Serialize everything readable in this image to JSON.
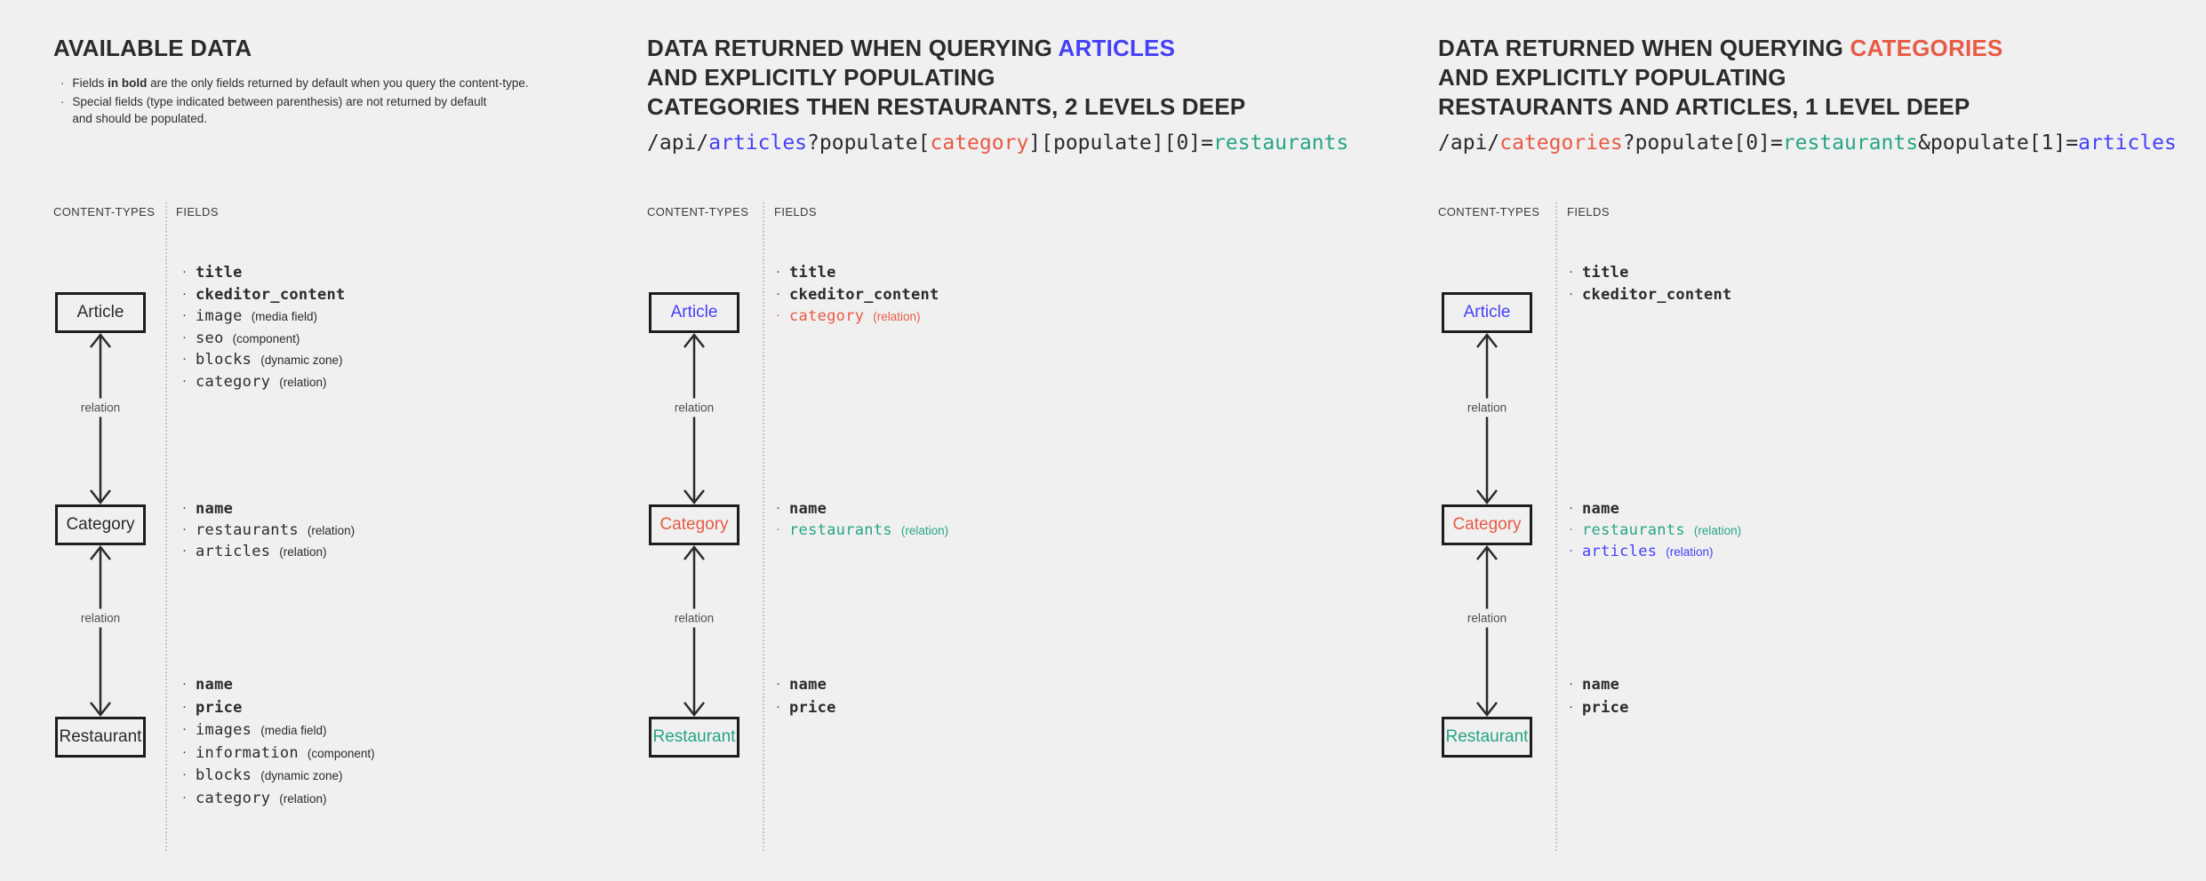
{
  "colors": {
    "bg": "#f0f0f1",
    "dark": "#2b2b2b",
    "gray": "#4f4f4f",
    "blue": "#4540f7",
    "red": "#e85a44",
    "teal": "#27a583",
    "box_border": "#1d1d1d",
    "divider": "#c6c6c6"
  },
  "panels": [
    {
      "id": "available-data",
      "title_lines": [
        [
          {
            "text": "AVAILABLE DATA",
            "color": "dark"
          }
        ]
      ],
      "notes": [
        {
          "parts": [
            {
              "text": "Fields ",
              "bold": false
            },
            {
              "text": "in bold",
              "bold": true
            },
            {
              "text": " are the only fields returned by default when you query the content-type.",
              "bold": false
            }
          ]
        },
        {
          "parts": [
            {
              "text": "Special fields (type indicated between parenthesis) are not returned by default\nand should be populated.",
              "bold": false
            }
          ]
        }
      ],
      "url_parts": [],
      "content_types_label": "CONTENT-TYPES",
      "fields_label": "FIELDS",
      "relation_label": "relation",
      "nodes": [
        {
          "label": "Article",
          "color": "dark",
          "fields": [
            {
              "name": "title",
              "bold": true,
              "color": "dark",
              "type": ""
            },
            {
              "name": "ckeditor_content",
              "bold": true,
              "color": "dark",
              "type": ""
            },
            {
              "name": "image",
              "bold": false,
              "color": "dark",
              "type": "(media field)"
            },
            {
              "name": "seo",
              "bold": false,
              "color": "dark",
              "type": "(component)"
            },
            {
              "name": "blocks",
              "bold": false,
              "color": "dark",
              "type": "(dynamic zone)"
            },
            {
              "name": "category",
              "bold": false,
              "color": "dark",
              "type": "(relation)"
            }
          ]
        },
        {
          "label": "Category",
          "color": "dark",
          "fields": [
            {
              "name": "name",
              "bold": true,
              "color": "dark",
              "type": ""
            },
            {
              "name": "restaurants",
              "bold": false,
              "color": "dark",
              "type": "(relation)"
            },
            {
              "name": "articles",
              "bold": false,
              "color": "dark",
              "type": "(relation)"
            }
          ]
        },
        {
          "label": "Restaurant",
          "color": "dark",
          "fields": [
            {
              "name": "name",
              "bold": true,
              "color": "dark",
              "type": ""
            },
            {
              "name": "price",
              "bold": true,
              "color": "dark",
              "type": ""
            },
            {
              "name": "images",
              "bold": false,
              "color": "dark",
              "type": "(media field)"
            },
            {
              "name": "information",
              "bold": false,
              "color": "dark",
              "type": "(component)"
            },
            {
              "name": "blocks",
              "bold": false,
              "color": "dark",
              "type": "(dynamic zone)"
            },
            {
              "name": "category",
              "bold": false,
              "color": "dark",
              "type": "(relation)"
            }
          ]
        }
      ]
    },
    {
      "id": "querying-articles",
      "title_lines": [
        [
          {
            "text": "DATA RETURNED WHEN QUERYING ",
            "color": "dark"
          },
          {
            "text": "ARTICLES",
            "color": "blue"
          }
        ],
        [
          {
            "text": "AND EXPLICITLY POPULATING",
            "color": "dark"
          }
        ],
        [
          {
            "text": "CATEGORIES THEN RESTAURANTS, 2 LEVELS DEEP",
            "color": "dark"
          }
        ]
      ],
      "notes": [],
      "url_parts": [
        {
          "text": "/api/",
          "color": "dark"
        },
        {
          "text": "articles",
          "color": "blue"
        },
        {
          "text": "?populate[",
          "color": "dark"
        },
        {
          "text": "category",
          "color": "red"
        },
        {
          "text": "][populate][0]=",
          "color": "dark"
        },
        {
          "text": "restaurants",
          "color": "teal"
        }
      ],
      "content_types_label": "CONTENT-TYPES",
      "fields_label": "FIELDS",
      "relation_label": "relation",
      "nodes": [
        {
          "label": "Article",
          "color": "blue",
          "fields": [
            {
              "name": "title",
              "bold": true,
              "color": "dark",
              "type": ""
            },
            {
              "name": "ckeditor_content",
              "bold": true,
              "color": "dark",
              "type": ""
            },
            {
              "name": "category",
              "bold": false,
              "color": "red",
              "type": "(relation)"
            }
          ]
        },
        {
          "label": "Category",
          "color": "red",
          "fields": [
            {
              "name": "name",
              "bold": true,
              "color": "dark",
              "type": ""
            },
            {
              "name": "restaurants",
              "bold": false,
              "color": "teal",
              "type": "(relation)"
            }
          ]
        },
        {
          "label": "Restaurant",
          "color": "teal",
          "fields": [
            {
              "name": "name",
              "bold": true,
              "color": "dark",
              "type": ""
            },
            {
              "name": "price",
              "bold": true,
              "color": "dark",
              "type": ""
            }
          ]
        }
      ]
    },
    {
      "id": "querying-categories",
      "title_lines": [
        [
          {
            "text": "DATA RETURNED WHEN QUERYING ",
            "color": "dark"
          },
          {
            "text": "CATEGORIES",
            "color": "red"
          }
        ],
        [
          {
            "text": "AND EXPLICITLY POPULATING",
            "color": "dark"
          }
        ],
        [
          {
            "text": "RESTAURANTS AND ARTICLES, 1 LEVEL DEEP",
            "color": "dark"
          }
        ]
      ],
      "notes": [],
      "url_parts": [
        {
          "text": "/api/",
          "color": "dark"
        },
        {
          "text": "categories",
          "color": "red"
        },
        {
          "text": "?populate[0]=",
          "color": "dark"
        },
        {
          "text": "restaurants",
          "color": "teal"
        },
        {
          "text": "&populate[1]=",
          "color": "dark"
        },
        {
          "text": "articles",
          "color": "blue"
        }
      ],
      "content_types_label": "CONTENT-TYPES",
      "fields_label": "FIELDS",
      "relation_label": "relation",
      "nodes": [
        {
          "label": "Article",
          "color": "blue",
          "fields": [
            {
              "name": "title",
              "bold": true,
              "color": "dark",
              "type": ""
            },
            {
              "name": "ckeditor_content",
              "bold": true,
              "color": "dark",
              "type": ""
            }
          ]
        },
        {
          "label": "Category",
          "color": "red",
          "fields": [
            {
              "name": "name",
              "bold": true,
              "color": "dark",
              "type": ""
            },
            {
              "name": "restaurants",
              "bold": false,
              "color": "teal",
              "type": "(relation)"
            },
            {
              "name": "articles",
              "bold": false,
              "color": "blue",
              "type": "(relation)"
            }
          ]
        },
        {
          "label": "Restaurant",
          "color": "teal",
          "fields": [
            {
              "name": "name",
              "bold": true,
              "color": "dark",
              "type": ""
            },
            {
              "name": "price",
              "bold": true,
              "color": "dark",
              "type": ""
            }
          ]
        }
      ]
    }
  ]
}
